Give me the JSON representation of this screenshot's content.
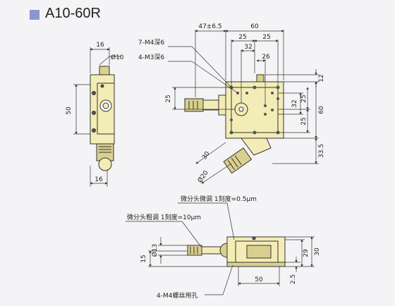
{
  "header": {
    "title": "A10-60R",
    "swatch_color": "#8a96cc"
  },
  "colors": {
    "body": "#f3ecb6",
    "shade": "#d9cf8f",
    "outline": "#333333",
    "line": "#333333"
  },
  "side_view": {
    "dim_16_top": "16",
    "dim_phi10": "Ø10",
    "dim_50": "50",
    "dim_16_bottom": "16"
  },
  "top_view": {
    "dim_47": "47±6.5",
    "dim_60_top": "60",
    "dim_25_a": "25",
    "dim_25_b": "25",
    "dim_32_top": "32",
    "dim_26": "26",
    "callout_7m4": "7-M4深6",
    "callout_4m3": "4-M3深6",
    "dim_12": "12",
    "dim_25_left": "25",
    "dim_32_right": "32",
    "dim_25_right1": "25",
    "dim_60_right": "60",
    "dim_25_right2": "25",
    "dim_33_5": "33.5",
    "dim_30": "30",
    "dim_phi20": "Ø20"
  },
  "front_view": {
    "note_fine": "微分头微调 1刻度=0.5μm",
    "note_coarse": "微分头粗调 1刻度=10μm",
    "dim_phi13": "Ø13",
    "dim_15": "15",
    "dim_29": "29",
    "dim_30": "30",
    "dim_2_5": "2.5",
    "dim_50": "50",
    "note_holes": "4-M4螺丝用孔"
  }
}
